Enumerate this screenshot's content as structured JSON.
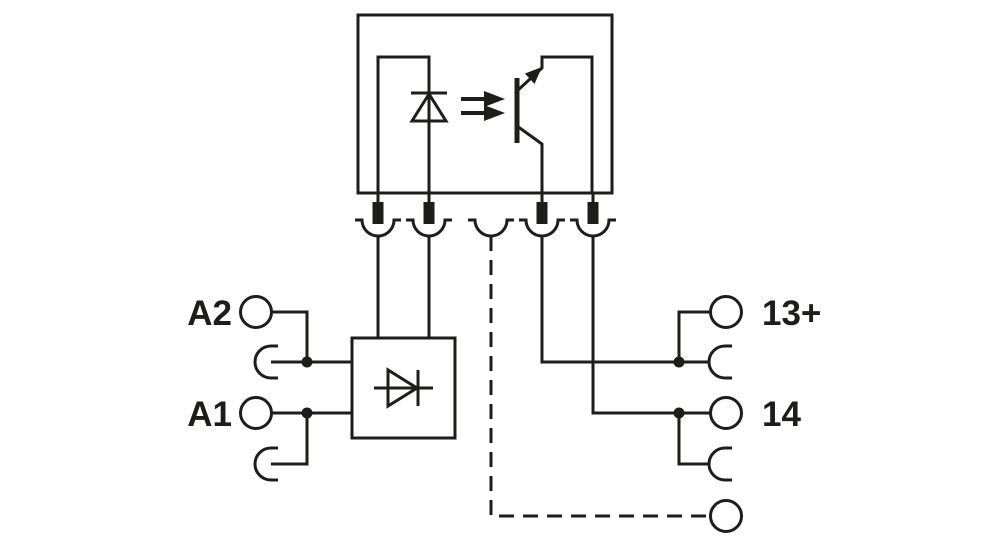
{
  "colors": {
    "background": "#ffffff",
    "line": "#1d1d1b"
  },
  "terminal_labels": {
    "a2": "A2",
    "a1": "A1",
    "thirteen_plus": "13+",
    "fourteen": "14"
  }
}
